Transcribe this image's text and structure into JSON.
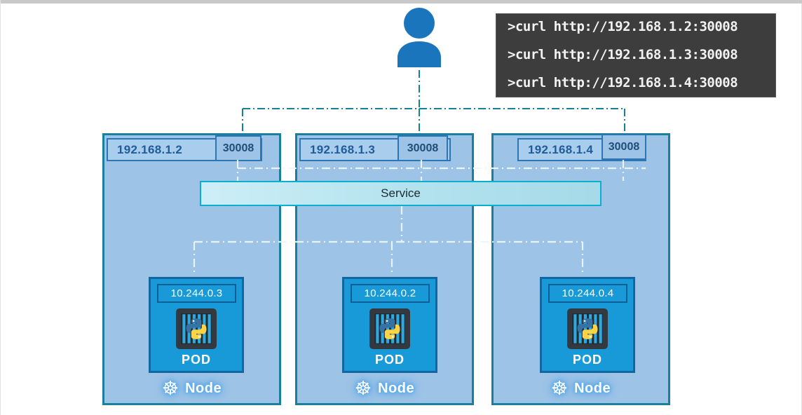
{
  "terminal": {
    "lines": [
      ">curl http://192.168.1.2:30008",
      ">curl http://192.168.1.3:30008",
      ">curl http://192.168.1.4:30008"
    ]
  },
  "service": {
    "label": "Service"
  },
  "nodes": [
    {
      "ip": "192.168.1.2",
      "port": "30008",
      "pod_ip": "10.244.0.3",
      "pod_label": "POD",
      "node_label": "Node"
    },
    {
      "ip": "192.168.1.3",
      "port": "30008",
      "pod_ip": "10.244.0.2",
      "pod_label": "POD",
      "node_label": "Node"
    },
    {
      "ip": "192.168.1.4",
      "port": "30008",
      "pod_ip": "10.244.0.4",
      "pod_label": "POD",
      "node_label": "Node"
    }
  ],
  "icons": {
    "user": "person-silhouette",
    "kubernetes_wheel_glyph": "☸",
    "pod_icon": "python-container"
  },
  "colors": {
    "accent_blue": "#1b75bc",
    "node_fill": "#9dc3e6",
    "node_border": "#1a7f9c",
    "header_border": "#2e75b6",
    "header_fill": "#a9cdec",
    "ip_text": "#1f5c99",
    "service_border": "#06b0ce",
    "pod_fill": "#189ad9",
    "pod_border": "#1266a2",
    "terminal_bg": "#3d3d3d",
    "terminal_text": "#f2f2f2",
    "teal_line": "#12829b",
    "white_line": "#eef5fb"
  }
}
